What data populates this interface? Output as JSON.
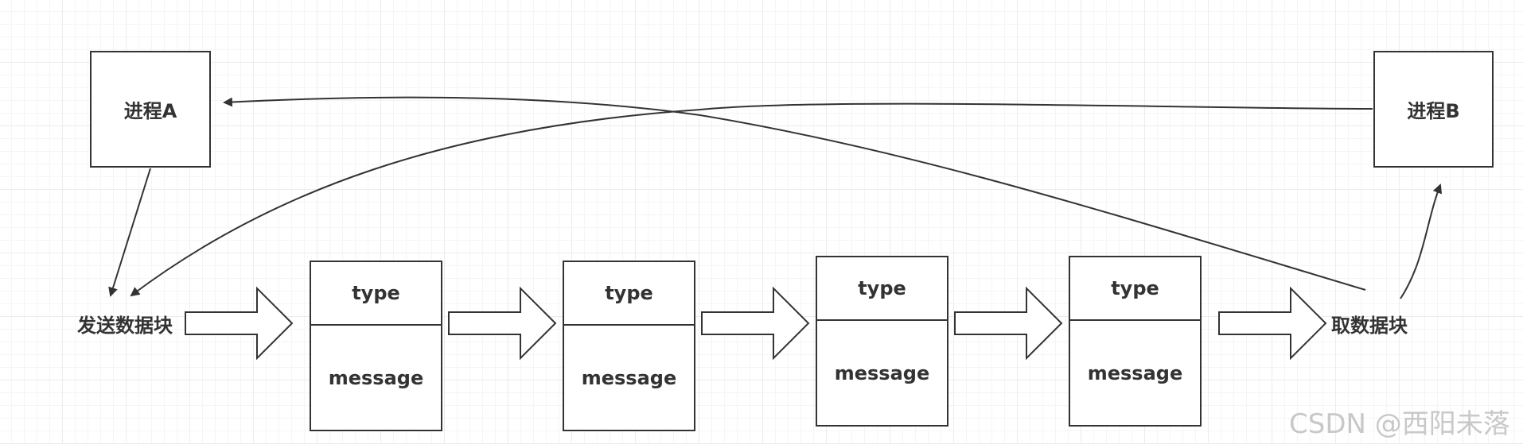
{
  "process_a": {
    "label": "进程A"
  },
  "process_b": {
    "label": "进程B"
  },
  "send_label": "发送数据块",
  "take_label": "取数据块",
  "blocks": [
    {
      "type": "type",
      "message": "message"
    },
    {
      "type": "type",
      "message": "message"
    },
    {
      "type": "type",
      "message": "message"
    },
    {
      "type": "type",
      "message": "message"
    }
  ],
  "watermark": "CSDN @西阳未落",
  "colors": {
    "stroke": "#333333",
    "grid": "#ececec",
    "watermark": "#c8c8c8"
  }
}
